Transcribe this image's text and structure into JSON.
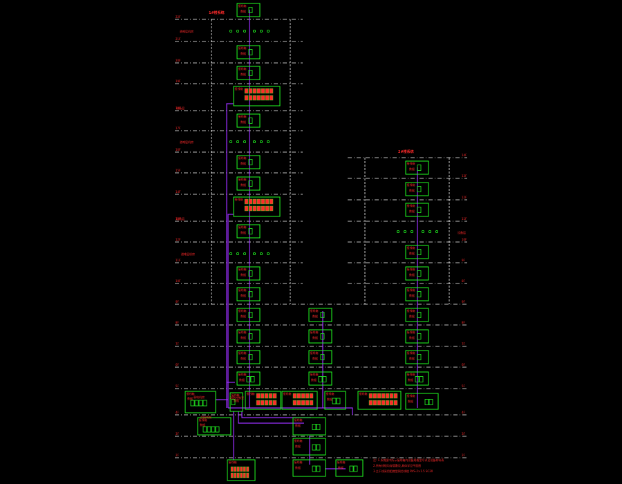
{
  "diagram": {
    "left_tower_title": "1#楼系统",
    "right_tower_title": "2#楼系统",
    "module_label": "接线箱",
    "cell_label": "数据",
    "left_floors": [
      "22F",
      "21F",
      "20F",
      "19F",
      "18F",
      "17F",
      "16F",
      "15F",
      "14F",
      "13F",
      "12F",
      "11F",
      "10F",
      "9F",
      "8F",
      "7F",
      "6F",
      "5F",
      "4F",
      "3F",
      "2F",
      "1F",
      "-1F",
      "-2F"
    ],
    "right_floors": [
      "14F",
      "13F",
      "12F",
      "11F",
      "10F",
      "9F",
      "8F",
      "7F"
    ],
    "left_special_labels": [
      "避难层机房",
      "设备层",
      "避难层机房",
      "设备层"
    ],
    "right_special_label": "设备层",
    "bottom_labels": [
      "弱电机房",
      "消防控制室",
      "总配线架"
    ],
    "notes": [
      "注: 1.系统图中所示接线箱内设备规格型号详见设备材料表",
      "2.所有线缆均穿管敷设,具体详见平面图",
      "3.主干线采用阻燃型铜芯线缆 RVS-2×1.5 SC20"
    ]
  }
}
